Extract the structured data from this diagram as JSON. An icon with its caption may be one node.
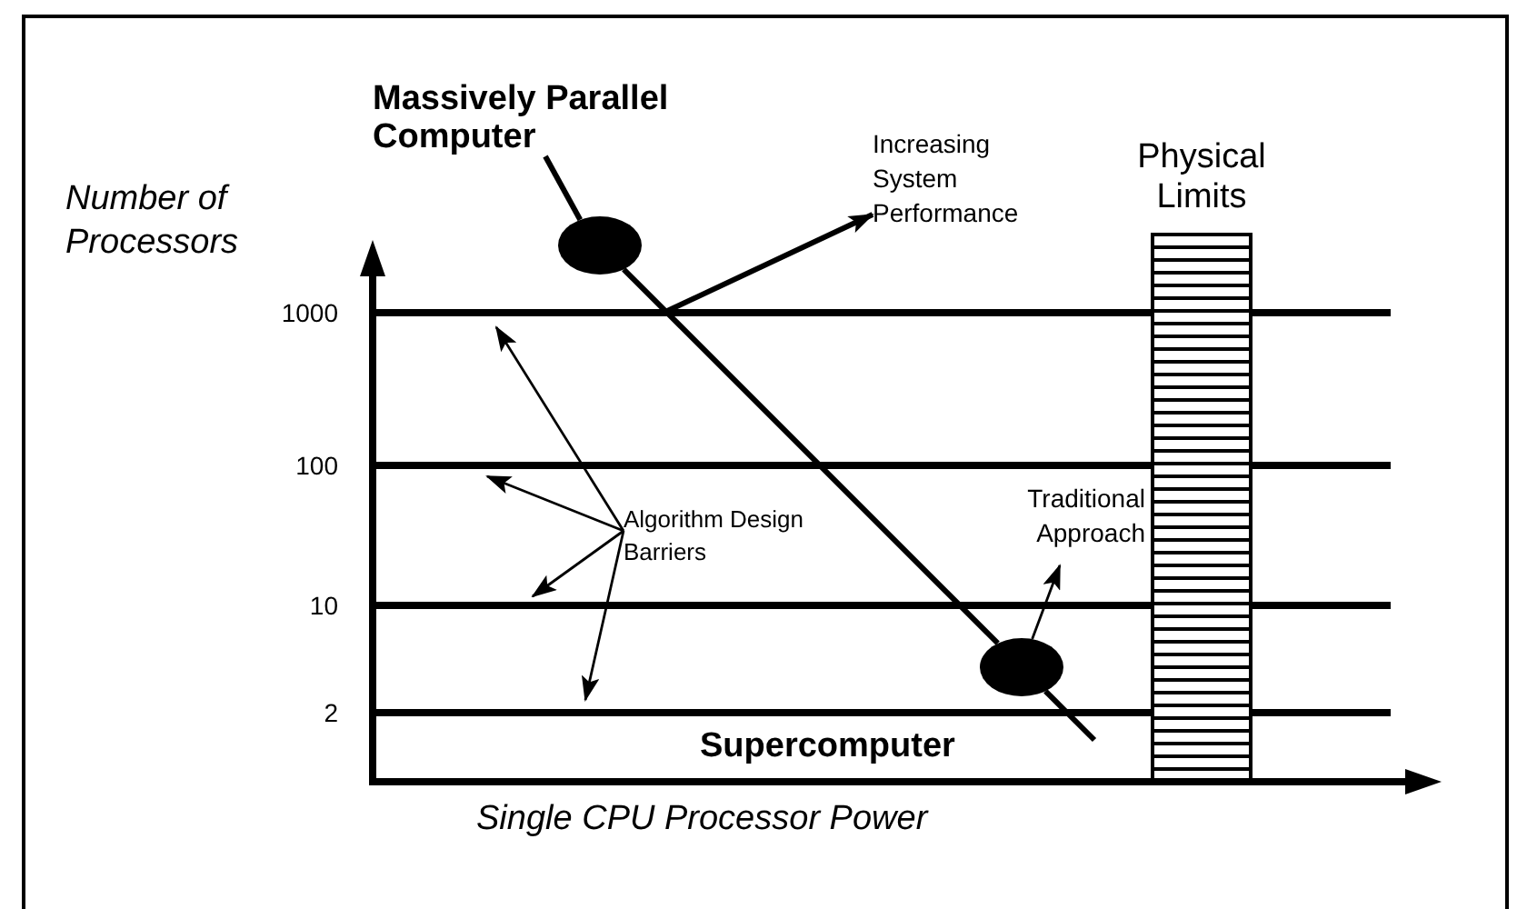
{
  "diagram": {
    "nodes": [
      {
        "text": [
          "Massively Parallel Computer"
        ]
      },
      {
        "text": [],
        "shape": "ellipse"
      },
      {
        "text": [
          "Increasing System Performance"
        ]
      },
      {
        "text": [
          "Physical Limits"
        ]
      },
      {
        "text": [
          "Algorithm Design Barriers"
        ]
      },
      {
        "text": [
          "Traditional Approach"
        ]
      },
      {
        "text": [],
        "shape": "ellipse"
      },
      {
        "text": [
          "Supercomputer"
        ]
      }
    ],
    "edges": [
      {
        "from": 0,
        "to": 1,
        "arrow": "none",
        "style": "thick"
      },
      {
        "from": 1,
        "to": 6,
        "arrow": "none",
        "style": "thick"
      },
      {
        "from": 6,
        "to": null,
        "arrow": "none",
        "style": "thick"
      },
      {
        "from": null,
        "to": 2,
        "arrow": "to",
        "style": "thick"
      },
      {
        "from": 6,
        "to": 5,
        "arrow": "to"
      },
      {
        "from": 4,
        "to": null,
        "arrow": "to"
      },
      {
        "from": 4,
        "to": null,
        "arrow": "to"
      },
      {
        "from": 4,
        "to": null,
        "arrow": "to"
      },
      {
        "from": 4,
        "to": null,
        "arrow": "to"
      }
    ],
    "labels": [
      "Number of Processors",
      "1000",
      "100",
      "10",
      "2",
      "Single CPU Processor Power"
    ]
  }
}
